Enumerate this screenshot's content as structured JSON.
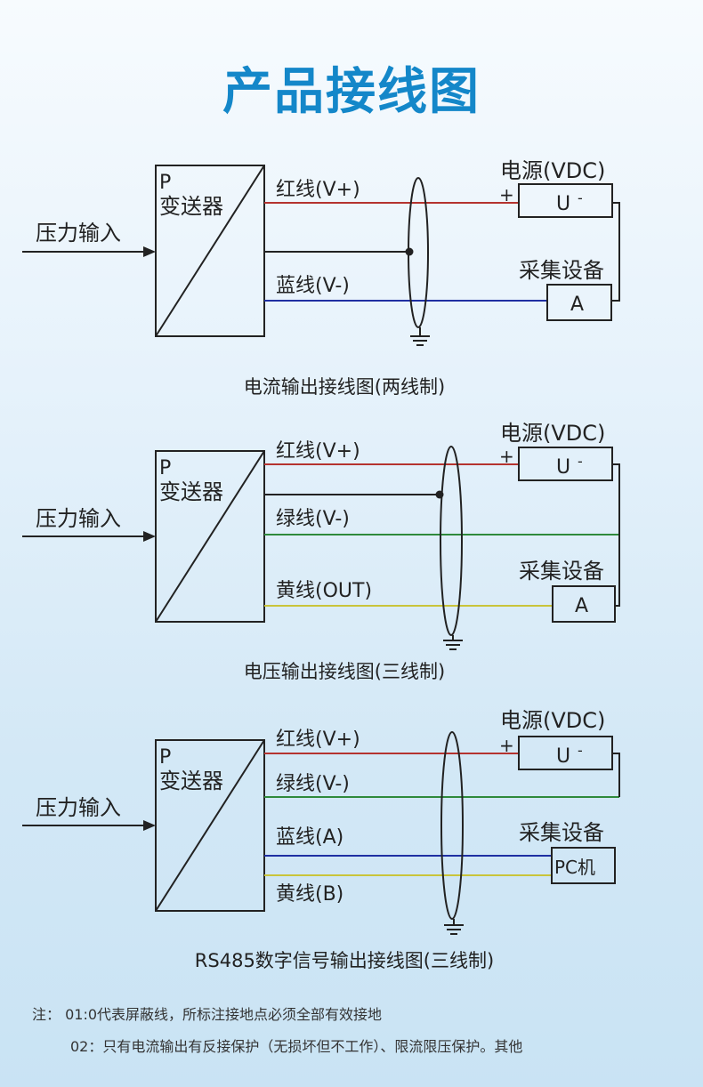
{
  "title": "产品接线图",
  "colors": {
    "title": "#1487c9",
    "red": "#b5332f",
    "blue": "#1f2fa3",
    "green": "#2f8a3c",
    "yellow": "#c9c43a",
    "black": "#222222"
  },
  "common": {
    "pressure_input": "压力输入",
    "transmitter_p": "P",
    "transmitter_name": "变送器",
    "power": "电源(VDC)",
    "plus": "+",
    "u": "U",
    "minus": "-",
    "acq": "采集设备",
    "a": "A",
    "pc": "PC机"
  },
  "diagram1": {
    "wire1": "红线(V+)",
    "wire2": "蓝线(V-)",
    "caption": "电流输出接线图(两线制)"
  },
  "diagram2": {
    "wire1": "红线(V+)",
    "wire2": "绿线(V-)",
    "wire3": "黄线(OUT)",
    "caption": "电压输出接线图(三线制)"
  },
  "diagram3": {
    "wire1": "红线(V+)",
    "wire2": "绿线(V-)",
    "wire3": "蓝线(A)",
    "wire4": "黄线(B)",
    "caption": "RS485数字信号输出接线图(三线制)"
  },
  "notes": {
    "line1": "注：  01:0代表屏蔽线，所标注接地点必须全部有效接地",
    "line2": "02：只有电流输出有反接保护（无损坏但不工作）、限流限压保护。其他"
  }
}
